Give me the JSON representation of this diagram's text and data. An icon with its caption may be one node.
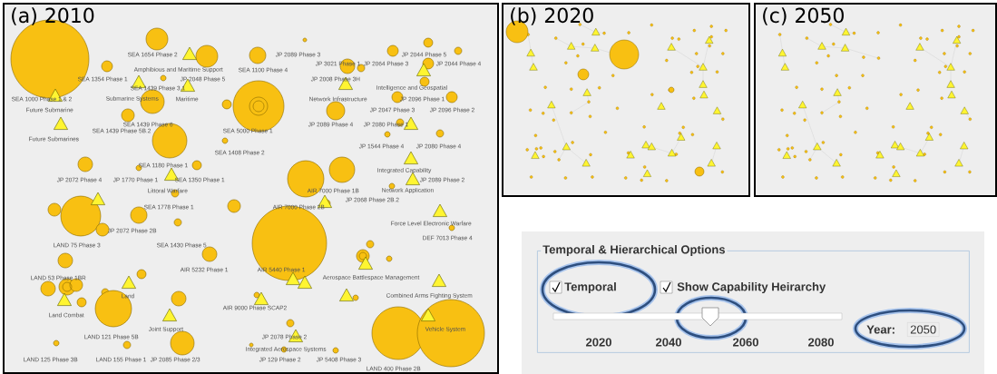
{
  "diagram": {
    "nodes": [
      {
        "text": [
          "(a) 2010"
        ]
      },
      {
        "text": [
          "(b) 2020"
        ]
      },
      {
        "text": [
          "(c) 2050"
        ]
      },
      {
        "text": [
          "Temporal & Hierarchical Options"
        ]
      }
    ],
    "labels": [
      "SEA 1654 Phase 2",
      "JP 2089 Phase 3",
      "JP 2044 Phase 5",
      "JP 3021 Phase 1",
      "JP 2064 Phase 3",
      "JP 2044 Phase 4",
      "Amphibious and Maritime Support",
      "SEA 1100 Phase 4",
      "SEA 1354 Phase 1",
      "JP 2048 Phase 5",
      "JP 2008 Phase 3H",
      "SEA 1439 Phase 3.1",
      "Intelligence and Geospatial",
      "SEA 1000 Phase 1 & 2",
      "Submarine Systems",
      "Maritime",
      "Network Infrastructure",
      "JP 2096 Phase 1",
      "Future Submarine",
      "JP 2047 Phase 3",
      "JP 2096 Phase 2",
      "SEA 1439 Phase 6",
      "JP 2089 Phase 4",
      "JP 2080 Phase 1",
      "SEA 1439 Phase 5B.2",
      "SEA 5000 Phase 1",
      "Future Submarines",
      "JP 1544 Phase 4",
      "JP 2080 Phase 4",
      "SEA 1408 Phase 2",
      "SEA 1180 Phase 1",
      "Integrated Capability",
      "JP 2072 Phase 4",
      "JP 1770 Phase 1",
      "SEA 1350 Phase 1",
      "JP 2089 Phase 2",
      "Littoral Warfare",
      "AIR 7000 Phase 1B",
      "Network Application",
      "JP 2068 Phase 2B.2",
      "SEA 1778 Phase 1",
      "AIR 7000 Phase 2B",
      "Force Level Electronic Warfare",
      "JP 2072 Phase 2B",
      "DEF 7013 Phase 4",
      "LAND 75 Phase 3",
      "SEA 1430 Phase 5",
      "AIR 5232 Phase 1",
      "AIR 5440 Phase 1",
      "LAND 53 Phase 1BR",
      "Aerospace Battlespace Management",
      "Land",
      "Combined Arms Fighting System",
      "AIR 9000 Phase SCAP2",
      "Land Combat",
      "Joint Support",
      "Vehicle System",
      "LAND 121 Phase 5B",
      "JP 2078 Phase 2",
      "Integrated Aerospace Systems",
      "LAND 125 Phase 3B",
      "LAND 155 Phase 1",
      "JP 2085 Phase 2/3",
      "JP 129 Phase 2",
      "JP 5408 Phase 3",
      "LAND 400 Phase 2B",
      "Temporal",
      "Show Capability Heirarchy",
      "2020",
      "2040",
      "2060",
      "2080",
      "Year:",
      "2050"
    ]
  }
}
